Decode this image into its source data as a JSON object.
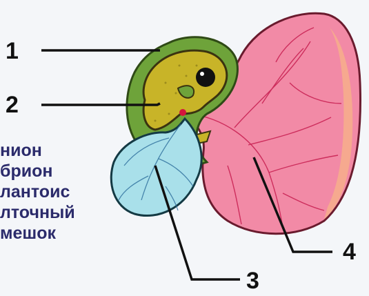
{
  "labels": {
    "n1": "1",
    "n2": "2",
    "n3": "3",
    "n4": "4"
  },
  "legend": [
    "нион",
    "брион",
    "лантоис",
    "лточный",
    "мешок"
  ],
  "colors": {
    "amnion": "#6ea33a",
    "embryo": "#c8b428",
    "allantois": "#f28aa6",
    "yolk_sac": "#a9e0ea",
    "legend_text": "#2b2b6b"
  }
}
